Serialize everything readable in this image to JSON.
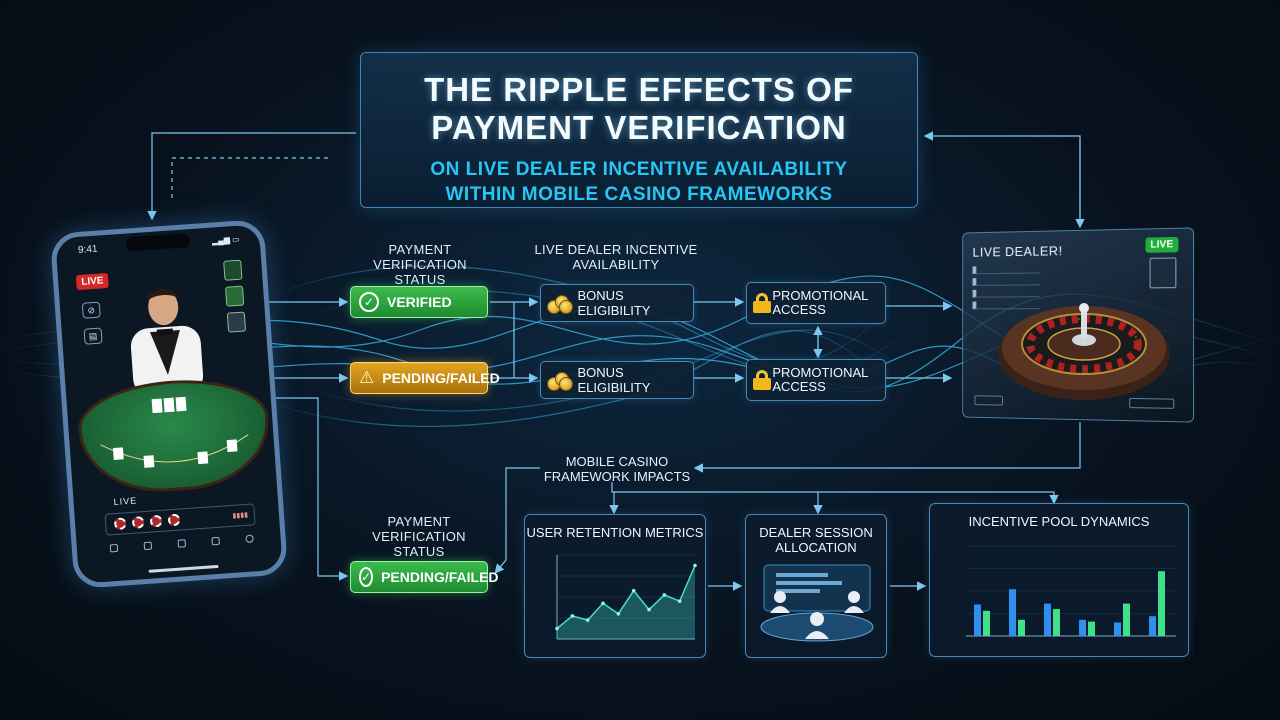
{
  "title": {
    "line1": "THE RIPPLE EFFECTS OF",
    "line2": "PAYMENT VERIFICATION",
    "sub1": "ON LIVE DEALER INCENTIVE AVAILABILITY",
    "sub2": "WITHIN MOBILE CASINO FRAMEWORKS"
  },
  "phone": {
    "time": "9:41",
    "live_badge": "LIVE",
    "live_label": "LIVE"
  },
  "column_labels": {
    "payment_status": "PAYMENT VERIFICATION STATUS",
    "incentive": "LIVE DEALER INCENTIVE AVAILABILITY",
    "framework": "MOBILE CASINO FRAMEWORK IMPACTS",
    "payment_status_2": "PAYMENT VERIFICATION STATUS"
  },
  "status": {
    "verified": "VERIFIED",
    "pending": "PENDING/FAILED",
    "pending_2": "PENDING/FAILED"
  },
  "incentive_boxes": {
    "bonus_1": "BONUS ELIGIBILITY",
    "bonus_2": "BONUS ELIGIBILITY",
    "promo_1": "PROMOTIONAL ACCESS",
    "promo_2": "PROMOTIONAL ACCESS"
  },
  "live_dealer_panel": {
    "title": "LIVE DEALER!",
    "live_badge": "LIVE"
  },
  "impact_cards": {
    "retention": "USER RETENTION METRICS",
    "dealer_session": "DEALER SESSION ALLOCATION",
    "incentive_pool": "INCENTIVE POOL DYNAMICS"
  },
  "chart_data": [
    {
      "type": "area",
      "title": "USER RETENTION METRICS",
      "values": [
        10,
        22,
        18,
        34,
        24,
        46,
        28,
        42,
        36,
        70
      ],
      "ylim": [
        0,
        80
      ]
    },
    {
      "type": "bar",
      "title": "INCENTIVE POOL DYNAMICS",
      "series": [
        {
          "color": "#2f8ff0",
          "values": [
            35,
            52,
            36,
            18,
            15,
            22
          ]
        },
        {
          "color": "#3ee089",
          "values": [
            28,
            18,
            30,
            16,
            36,
            72
          ]
        }
      ],
      "ylim": [
        0,
        100
      ]
    }
  ]
}
